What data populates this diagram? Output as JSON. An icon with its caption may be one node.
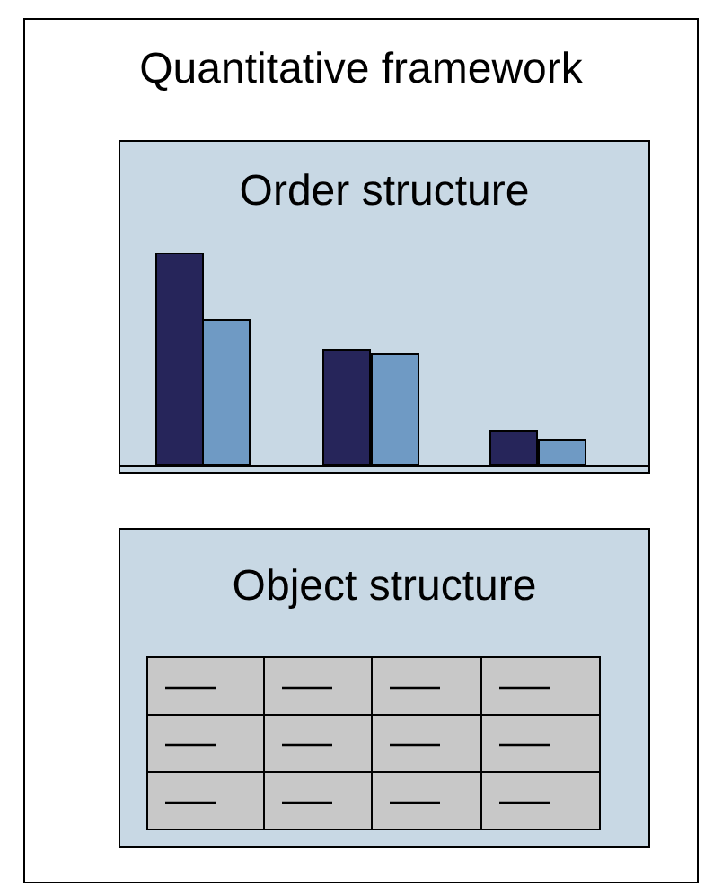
{
  "diagram": {
    "nodes": [
      {
        "text": [
          "Quantitative framework"
        ]
      },
      {
        "text": [
          "Order structure"
        ],
        "in": 0
      },
      {
        "text": [
          "Object structure"
        ],
        "in": 0
      }
    ]
  }
}
